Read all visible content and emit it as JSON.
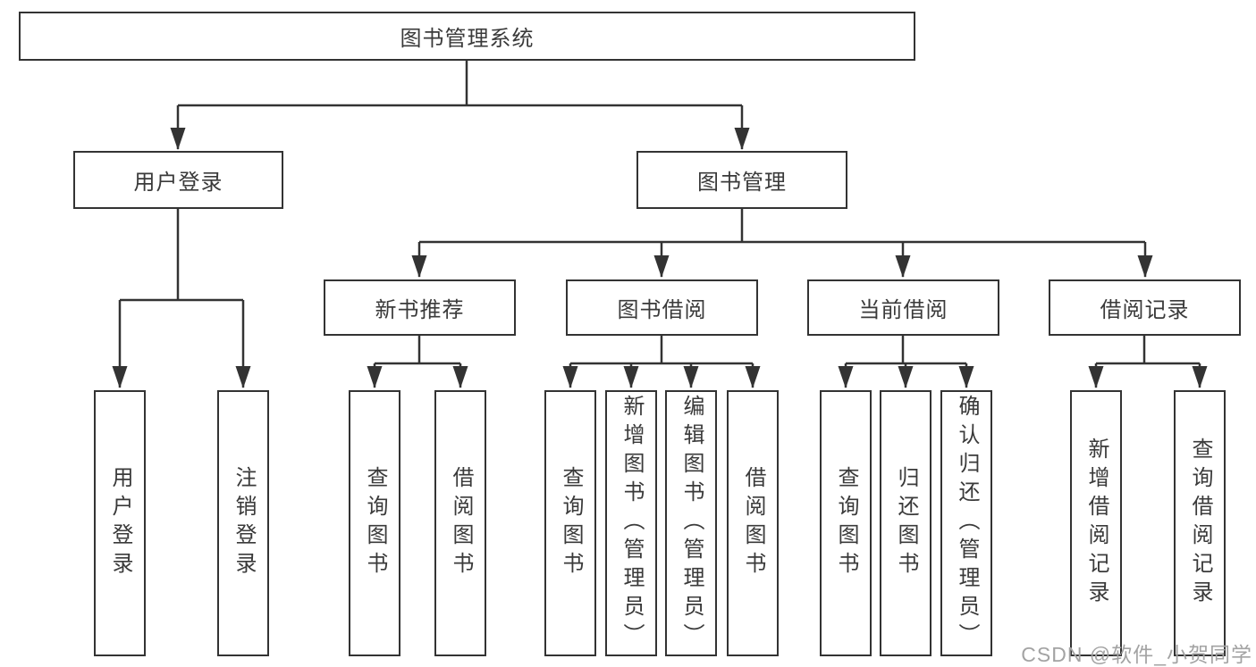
{
  "diagram": {
    "root": {
      "label": "图书管理系统"
    },
    "branches": {
      "login": {
        "label": "用户登录",
        "children": [
          "用户登录",
          "注销登录"
        ]
      },
      "management": {
        "label": "图书管理",
        "sections": [
          {
            "label": "新书推荐",
            "children": [
              "查询图书",
              "借阅图书"
            ]
          },
          {
            "label": "图书借阅",
            "children": [
              "查询图书",
              "新增图书（管理员）",
              "编辑图书（管理员）",
              "借阅图书"
            ]
          },
          {
            "label": "当前借阅",
            "children": [
              "查询图书",
              "归还图书",
              "确认归还（管理员）"
            ]
          },
          {
            "label": "借阅记录",
            "children": [
              "新增借阅记录",
              "查询借阅记录"
            ]
          }
        ]
      }
    }
  },
  "watermark": {
    "text": "CSDN @软件_小贺同学",
    "color": "#a3a3a3"
  },
  "colors": {
    "line": "#333333",
    "text": "#3a3a3a",
    "background": "#ffffff",
    "box_fill": "#ffffff"
  }
}
